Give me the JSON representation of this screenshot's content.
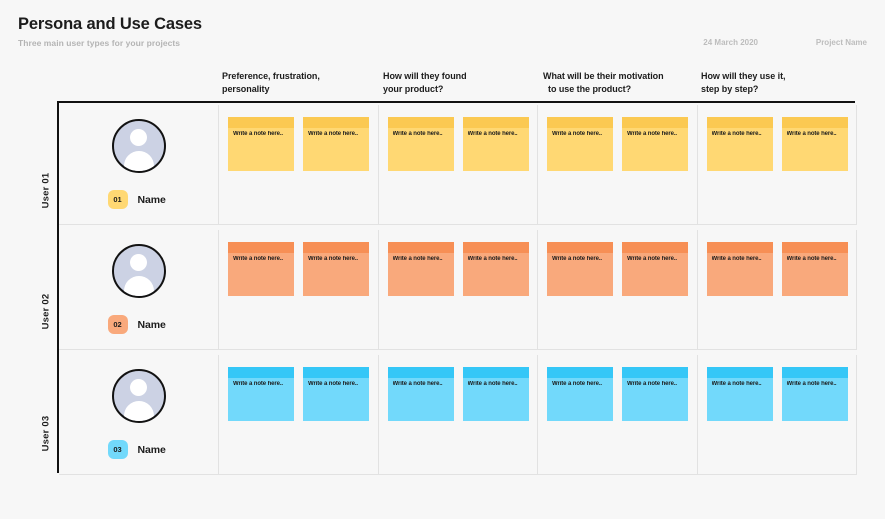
{
  "header": {
    "title": "Persona and Use Cases",
    "subtitle": "Three main user types for your projects",
    "date": "24 March 2020",
    "project_name": "Project Name"
  },
  "columns": [
    {
      "line1": "Preference, frustration,",
      "line2": "personality"
    },
    {
      "line1": "How will they found",
      "line2": "your product?"
    },
    {
      "line1": "What will be their motivation",
      "line2": "to use the product?"
    },
    {
      "line1": "How will they use it,",
      "line2": "step by step?"
    }
  ],
  "note_placeholder": "Write a note here..",
  "colors": {
    "row_01_note": "#ffd873",
    "row_01_strip": "#fbc952",
    "row_01_badge": "#ffd873",
    "row_02_note": "#f9a97c",
    "row_02_strip": "#f78f55",
    "row_02_badge": "#f9a97c",
    "row_03_note": "#72d9fb",
    "row_03_strip": "#35c7f7",
    "row_03_badge": "#72d9fb",
    "avatar_fill": "#ccd2e4",
    "avatar_border": "#121212",
    "board_border": "#111111",
    "grid_line": "#e2e2e2",
    "background": "#f7f7f7",
    "title": "#1c1c1c",
    "subtitle": "#b4b4b4",
    "meta": "#bdbdbd"
  },
  "rows": [
    {
      "rail_label": "User 01",
      "badge": "01",
      "name": "Name",
      "note_color": "#ffd873",
      "strip_color": "#fbc952",
      "badge_color": "#ffd873",
      "cells": [
        {
          "notes": [
            "Write a note here..",
            "Write a note here.."
          ]
        },
        {
          "notes": [
            "Write a note here..",
            "Write a note here.."
          ]
        },
        {
          "notes": [
            "Write a note here..",
            "Write a note here.."
          ]
        },
        {
          "notes": [
            "Write a note here..",
            "Write a note here.."
          ]
        }
      ]
    },
    {
      "rail_label": "User 02",
      "badge": "02",
      "name": "Name",
      "note_color": "#f9a97c",
      "strip_color": "#f78f55",
      "badge_color": "#f9a97c",
      "cells": [
        {
          "notes": [
            "Write a note here..",
            "Write a note here.."
          ]
        },
        {
          "notes": [
            "Write a note here..",
            "Write a note here.."
          ]
        },
        {
          "notes": [
            "Write a note here..",
            "Write a note here.."
          ]
        },
        {
          "notes": [
            "Write a note here..",
            "Write a note here.."
          ]
        }
      ]
    },
    {
      "rail_label": "User 03",
      "badge": "03",
      "name": "Name",
      "note_color": "#72d9fb",
      "strip_color": "#35c7f7",
      "badge_color": "#72d9fb",
      "cells": [
        {
          "notes": [
            "Write a note here..",
            "Write a note here.."
          ]
        },
        {
          "notes": [
            "Write a note here..",
            "Write a note here.."
          ]
        },
        {
          "notes": [
            "Write a note here..",
            "Write a note here.."
          ]
        },
        {
          "notes": [
            "Write a note here..",
            "Write a note here.."
          ]
        }
      ]
    }
  ]
}
